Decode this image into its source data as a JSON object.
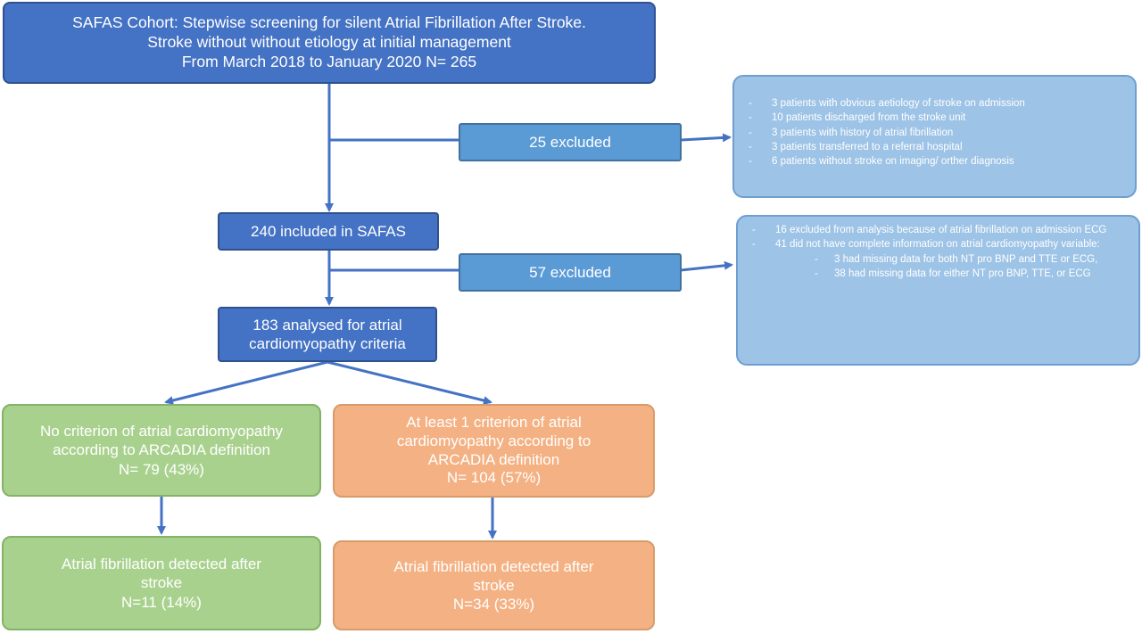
{
  "top_box": {
    "lines": [
      "SAFAS Cohort: Stepwise screening for silent Atrial Fibrillation After Stroke.",
      "Stroke without without etiology at initial management",
      "From March 2018 to January 2020  N= 265"
    ]
  },
  "excluded_1": {
    "label": "25 excluded",
    "details": [
      "3 patients with obvious aetiology of stroke on admission",
      "10 patients discharged from the stroke unit",
      "3 patients with history of atrial fibrillation",
      "3 patients transferred to a referral hospital",
      "6 patients without stroke on imaging/ orther diagnosis"
    ]
  },
  "included": {
    "label": "240 included in SAFAS"
  },
  "excluded_2": {
    "label": "57 excluded",
    "details": [
      "16 excluded from analysis because of atrial fibrillation on admission ECG",
      "41 did not have complete information on atrial cardiomyopathy variable:"
    ],
    "sub_details": [
      "3 had missing data for both NT pro BNP and TTE or ECG,",
      "38 had missing data for either NT pro BNP, TTE, or ECG"
    ]
  },
  "analysed": {
    "lines": [
      "183 analysed for atrial",
      "cardiomyopathy criteria"
    ]
  },
  "no_criterion": {
    "lines": [
      "No criterion of atrial cardiomyopathy",
      "according to ARCADIA definition",
      "N= 79 (43%)"
    ]
  },
  "criterion": {
    "lines": [
      "At least 1 criterion of atrial",
      "cardiomyopathy according to",
      "ARCADIA definition",
      "N= 104 (57%)"
    ]
  },
  "af_left": {
    "lines": [
      "Atrial fibrillation detected after",
      "stroke",
      "N=11 (14%)"
    ]
  },
  "af_right": {
    "lines": [
      "Atrial fibrillation detected after",
      "stroke",
      "N=34 (33%)"
    ]
  },
  "colors": {
    "blue": "#4472c4",
    "light_blue": "#5b9bd5",
    "side_blue": "#9dc3e6",
    "green": "#a9d18e",
    "orange": "#f4b183",
    "arrow": "#4472c4"
  }
}
